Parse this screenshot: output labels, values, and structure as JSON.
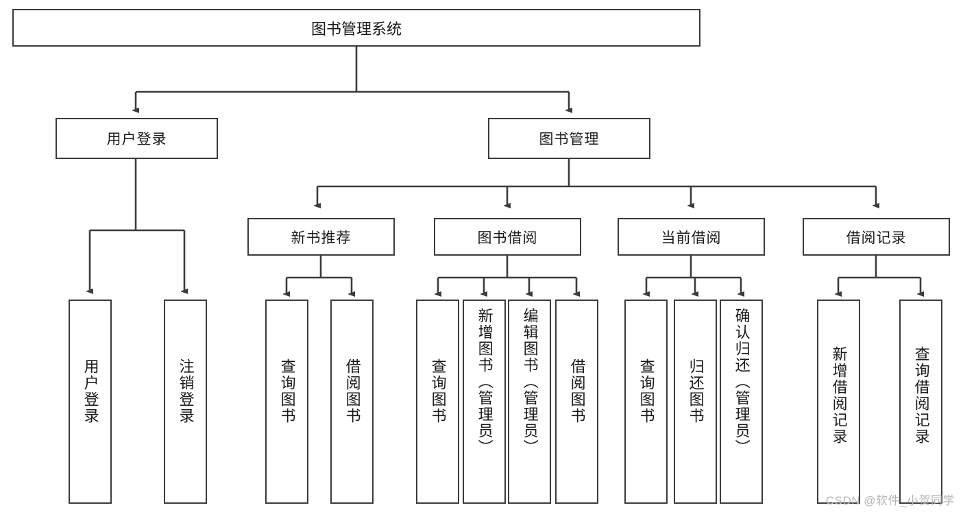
{
  "diagram": {
    "title": "图书管理系统",
    "watermark": "CSDN @软件_小贺同学",
    "colors": {
      "border": "#3b3b3b",
      "text": "#1a1a1a",
      "background": "#ffffff",
      "watermark": "#b6b6b6"
    },
    "root": {
      "label": "图书管理系统"
    },
    "level2": [
      {
        "label": "用户登录"
      },
      {
        "label": "图书管理"
      }
    ],
    "level3": [
      {
        "label": "新书推荐"
      },
      {
        "label": "图书借阅"
      },
      {
        "label": "当前借阅"
      },
      {
        "label": "借阅记录"
      }
    ],
    "leaves": {
      "user_login": [
        {
          "label": "用户登录"
        },
        {
          "label": "注销登录"
        }
      ],
      "new_book_recommend": [
        {
          "label": "查询图书"
        },
        {
          "label": "借阅图书"
        }
      ],
      "book_borrow": [
        {
          "label": "查询图书"
        },
        {
          "label": "新增图书（管理员）"
        },
        {
          "label": "编辑图书（管理员）"
        },
        {
          "label": "借阅图书"
        }
      ],
      "current_borrow": [
        {
          "label": "查询图书"
        },
        {
          "label": "归还图书"
        },
        {
          "label": "确认归还（管理员）"
        }
      ],
      "borrow_record": [
        {
          "label": "新增借阅记录"
        },
        {
          "label": "查询借阅记录"
        }
      ]
    }
  }
}
